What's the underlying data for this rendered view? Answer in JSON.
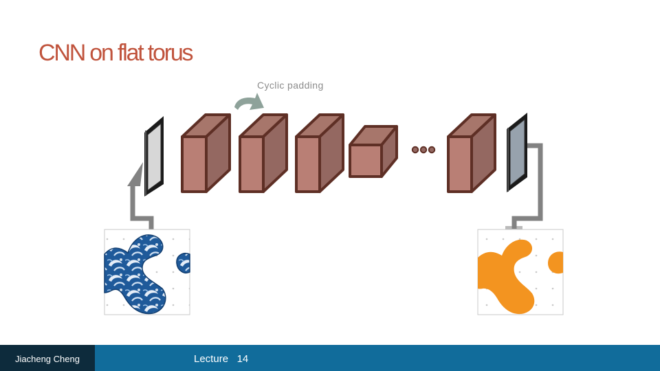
{
  "slide": {
    "title": "CNN on flat torus",
    "annotation": "Cyclic padding"
  },
  "footer": {
    "author": "Jiacheng Cheng",
    "lecture_label": "Lecture",
    "lecture_number": "14"
  },
  "colors": {
    "title": "#c0533c",
    "block_front": "#b97f75",
    "block_top": "#a7766b",
    "block_side": "#946861",
    "block_outline": "#5e2f25",
    "arrow": "#828282",
    "padding_arrow": "#8ea29a",
    "input_blob": "#1f5a9a",
    "output_blob": "#f39420",
    "footer_bar": "#116c9b",
    "footer_dark": "#0d2b3c"
  }
}
